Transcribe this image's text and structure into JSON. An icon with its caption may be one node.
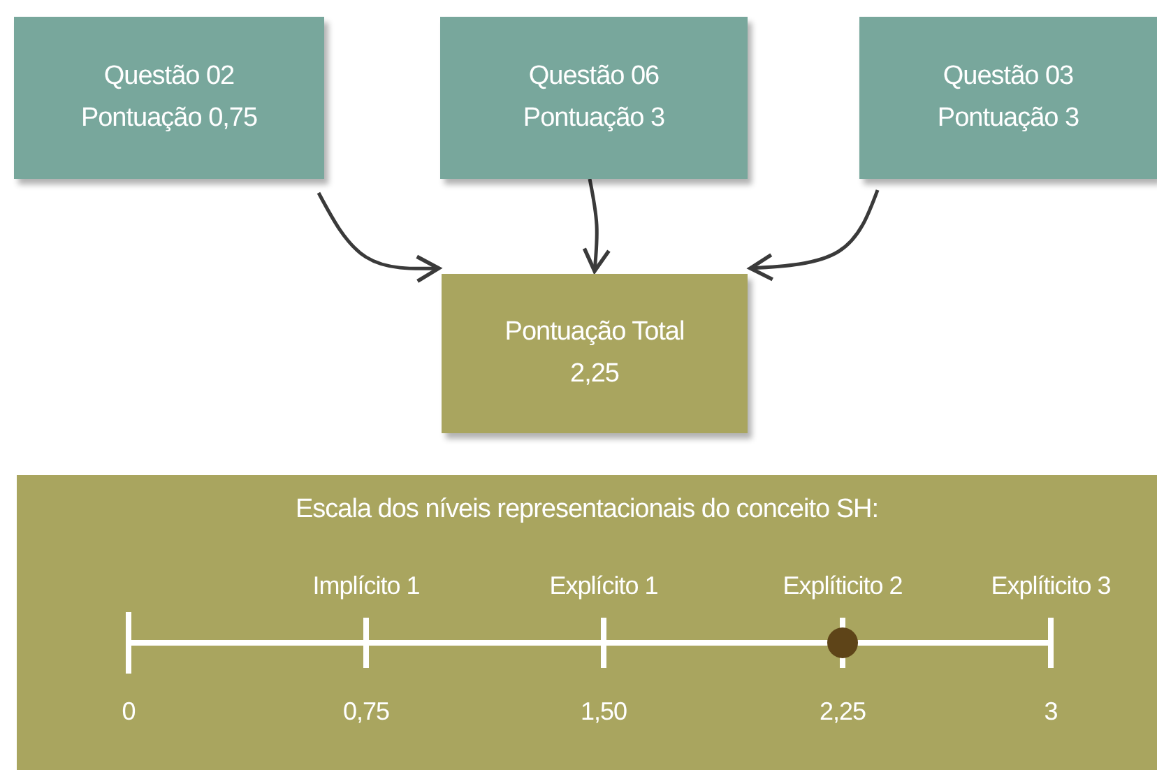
{
  "diagram": {
    "nodes": [
      {
        "text": [
          "Questão 02 Pontuação 0,75"
        ]
      },
      {
        "text": [
          "Questão 06 Pontuação 3"
        ]
      },
      {
        "text": [
          "Questão 03 Pontuação 3"
        ]
      },
      {
        "text": [
          "Pontuação Total 2,25"
        ]
      },
      {
        "text": [
          "Escala dos níveis representacionais do conceito SH:"
        ]
      }
    ],
    "edges": [
      {
        "from": 0,
        "to": 3,
        "arrow": "to"
      },
      {
        "from": 1,
        "to": 3,
        "arrow": "to"
      },
      {
        "from": 2,
        "to": 3,
        "arrow": "to"
      }
    ],
    "labels": [
      "Implícito 1",
      "Explícito 1",
      "Explíticito 2",
      "Explíticito 3",
      "0",
      "0,75",
      "1,50",
      "2,25",
      "3"
    ]
  }
}
